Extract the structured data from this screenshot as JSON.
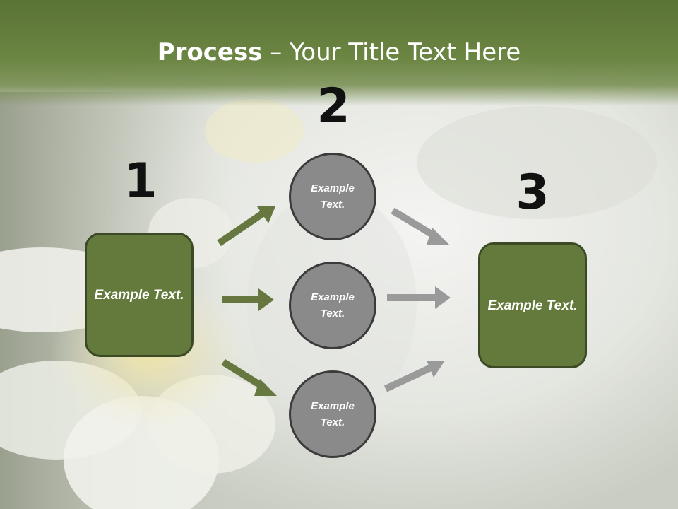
{
  "slide": {
    "title_bold": "Process",
    "title_rest": " – Your Title Text Here"
  },
  "steps": {
    "one": {
      "number": "1",
      "label": "Example Text."
    },
    "two": {
      "number": "2"
    },
    "three": {
      "number": "3",
      "label": "Example Text."
    }
  },
  "circles": [
    {
      "label": "Example Text."
    },
    {
      "label": "Example Text."
    },
    {
      "label": "Example Text."
    }
  ],
  "colors": {
    "title_band": "#5a7336",
    "green_box": "#637a3c",
    "green_arrow": "#66783f",
    "gray_circle": "#8a8a8a",
    "gray_arrow": "#9a9a9a"
  }
}
